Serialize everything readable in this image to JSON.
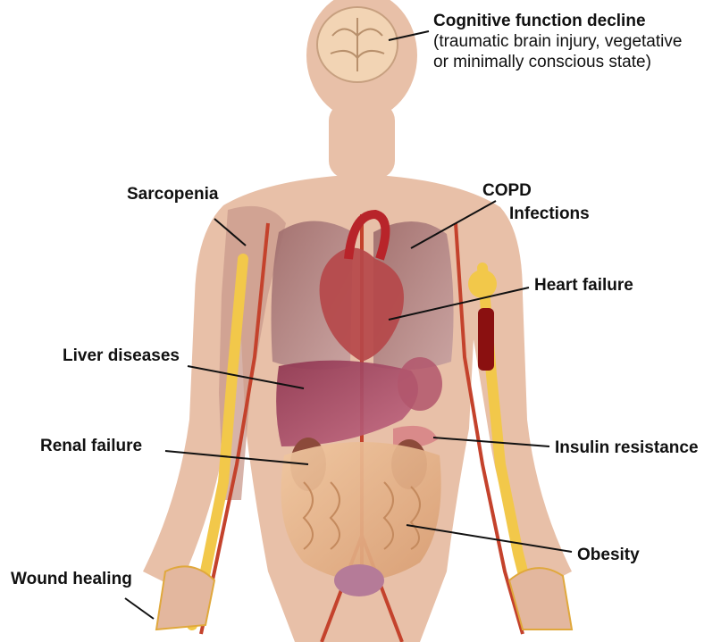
{
  "labels": {
    "cognitive": {
      "title": "Cognitive function decline",
      "line2": "(traumatic brain injury, vegetative",
      "line3": "or minimally conscious state)"
    },
    "sarcopenia": "Sarcopenia",
    "copd": "COPD",
    "infections": "Infections",
    "heart_failure": "Heart failure",
    "liver_diseases": "Liver diseases",
    "renal_failure": "Renal failure",
    "insulin_resistance": "Insulin resistance",
    "obesity": "Obesity",
    "wound_healing": "Wound healing"
  },
  "colors": {
    "skin": "#e8bfa5",
    "muscle": "#b8807a",
    "lung": "#a47878",
    "heart": "#b03a3e",
    "liver": "#a8465e",
    "kidney": "#8c4a3a",
    "intestine": "#e6b88c",
    "bone": "#f2c84a",
    "artery": "#c4422c",
    "leader_line": "#111111"
  }
}
